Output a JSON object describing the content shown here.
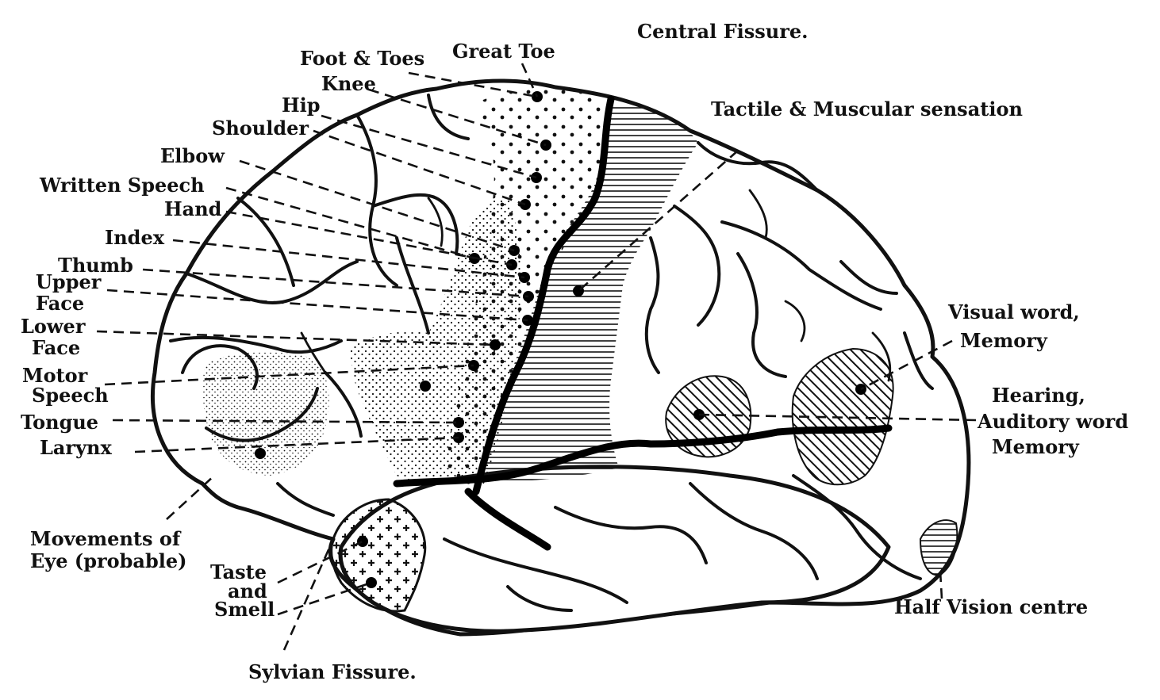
{
  "labels": {
    "central_fissure": "Central Fissure.",
    "foot_toes": "Foot & Toes",
    "great_toe": "Great Toe",
    "knee": "Knee",
    "hip": "Hip",
    "shoulder": "Shoulder",
    "elbow": "Elbow",
    "written_speech": "Written Speech",
    "hand": "Hand",
    "index": "Index",
    "thumb": "Thumb",
    "upper": "Upper",
    "face_upper": "Face",
    "lower": "Lower",
    "face_lower": "Face",
    "motor": "Motor",
    "speech": "Speech",
    "tongue": "Tongue",
    "larynx": "Larynx",
    "movements_of": "Movements of",
    "eye_probable": "Eye (probable)",
    "taste": "Taste",
    "and": "and",
    "smell": "Smell",
    "sylvian_fissure": "Sylvian Fissure.",
    "tactile": "Tactile & Muscular sensation",
    "visual_word": "Visual word,",
    "memory_visual": "Memory",
    "hearing": "Hearing,",
    "auditory_word": "Auditory word",
    "memory_auditory": "Memory",
    "half_vision": "Half Vision centre"
  },
  "colors": {
    "ink": "#111111",
    "paper": "#ffffff"
  }
}
